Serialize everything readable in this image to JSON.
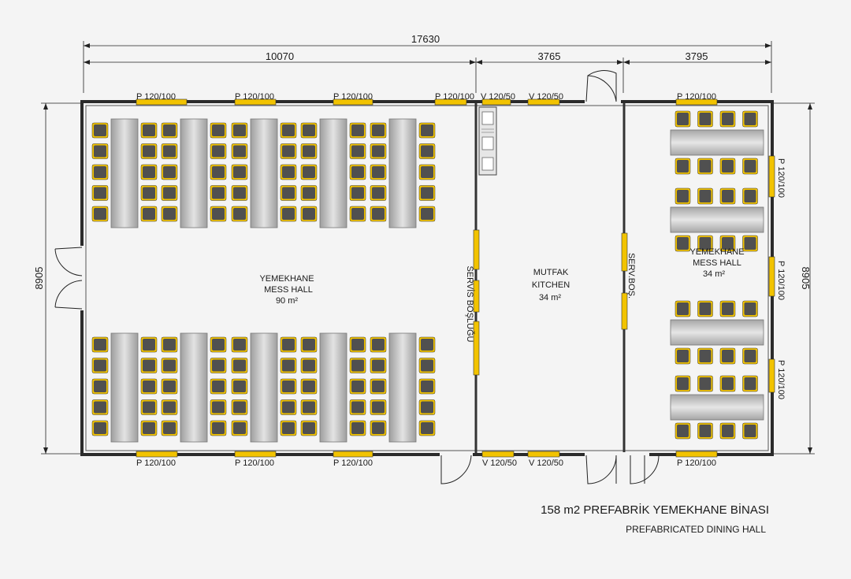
{
  "title": "158 m2 PREFABRİK YEMEKHANE BİNASI",
  "subtitle": "PREFABRICATED DINING HALL",
  "dimensions": {
    "total_width": "17630",
    "seg_left": "10070",
    "seg_mid": "3765",
    "seg_right": "3795",
    "height_left": "8905",
    "height_right": "8905"
  },
  "rooms": {
    "mess_left": {
      "tr": "YEMEKHANE",
      "en": "MESS HALL",
      "area": "90 m²"
    },
    "kitchen": {
      "tr": "MUTFAK",
      "en": "KITCHEN",
      "area": "34 m²"
    },
    "mess_right": {
      "tr": "YEMEKHANE",
      "en": "MESS HALL",
      "area": "34 m²"
    },
    "service_left": "SERVİS BOŞLUĞU",
    "service_right": "SERV.BOŞ."
  },
  "windows": {
    "p": "P 120/100",
    "v": "V 120/50"
  },
  "colors": {
    "wall": "#2b2b2b",
    "window": "#f2c300",
    "table": "#bdbdbd",
    "chair": "#505050"
  }
}
